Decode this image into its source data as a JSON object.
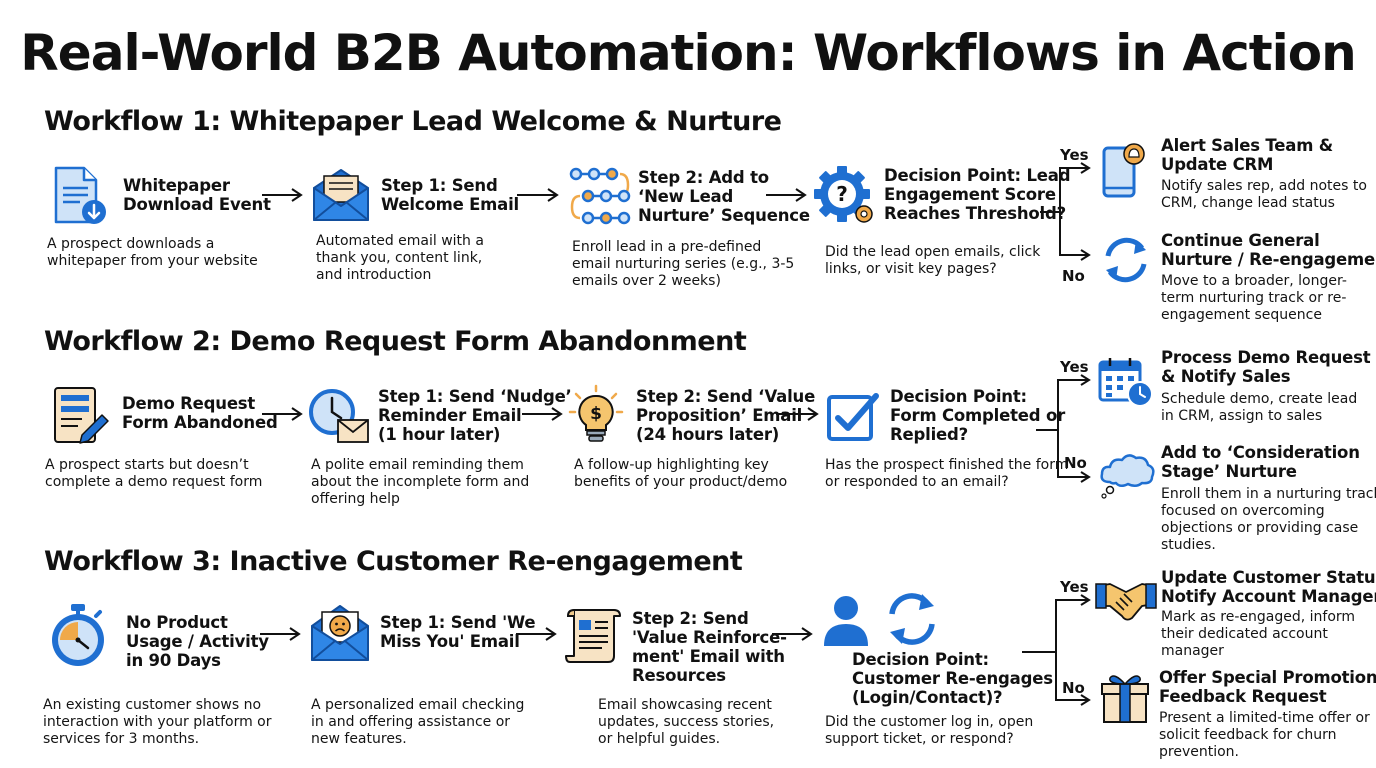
{
  "title": "Real-World B2B Automation: Workflows in Action",
  "workflows": [
    {
      "title": "Workflow 1: Whitepaper Lead Welcome & Nurture",
      "steps": [
        {
          "icon": "document-download-icon",
          "title": [
            "Whitepaper",
            "Download Event"
          ],
          "desc": [
            "A prospect downloads a",
            "whitepaper from your website"
          ]
        },
        {
          "icon": "envelope-icon",
          "title": [
            "Step 1: Send",
            "Welcome Email"
          ],
          "desc": [
            "Automated email with a",
            "thank you, content link,",
            "and introduction"
          ]
        },
        {
          "icon": "sequence-nodes-icon",
          "title": [
            "Step 2: Add to",
            "‘New Lead",
            "Nurture’ Sequence"
          ],
          "desc": [
            "Enroll lead in a pre-defined",
            "email nurturing series (e.g., 3-5",
            "emails over 2 weeks)"
          ]
        },
        {
          "icon": "gear-question-icon",
          "title": [
            "Decision Point: Lead",
            "Engagement Score",
            "Reaches Threshold?"
          ],
          "desc": [
            "Did the lead open emails, click",
            "links, or visit key pages?"
          ]
        }
      ],
      "yes_label": "Yes",
      "no_label": "No",
      "yes": {
        "icon": "phone-alert-icon",
        "title": [
          "Alert Sales Team &",
          "Update CRM"
        ],
        "desc": [
          "Notify sales rep, add notes to",
          "CRM, change lead status"
        ]
      },
      "no": {
        "icon": "refresh-cycle-icon",
        "title": [
          "Continue General",
          "Nurture / Re-engagement"
        ],
        "desc": [
          "Move to a broader, longer-",
          "term nurturing track or re-",
          "engagement sequence"
        ]
      }
    },
    {
      "title": "Workflow 2: Demo Request Form Abandonment",
      "steps": [
        {
          "icon": "form-pencil-icon",
          "title": [
            "Demo Request",
            "Form Abandoned"
          ],
          "desc": [
            "A prospect starts but doesn’t",
            "complete a demo request form"
          ]
        },
        {
          "icon": "clock-envelope-icon",
          "title": [
            "Step 1: Send ‘Nudge’",
            "Reminder Email",
            "(1 hour later)"
          ],
          "desc": [
            "A polite email reminding them",
            "about the incomplete form and",
            "offering help"
          ]
        },
        {
          "icon": "lightbulb-dollar-icon",
          "title": [
            "Step 2: Send ‘Value",
            "Proposition’ Email",
            "(24 hours later)"
          ],
          "desc": [
            "A follow-up highlighting key",
            "benefits of your product/demo"
          ]
        },
        {
          "icon": "checkbox-icon",
          "title": [
            "Decision Point:",
            "Form Completed or",
            "Replied?"
          ],
          "desc": [
            "Has the prospect finished the form",
            "or responded to an email?"
          ]
        }
      ],
      "yes_label": "Yes",
      "no_label": "No",
      "yes": {
        "icon": "calendar-clock-icon",
        "title": [
          "Process Demo Request",
          "& Notify Sales"
        ],
        "desc": [
          "Schedule demo, create lead",
          "in CRM, assign to sales"
        ]
      },
      "no": {
        "icon": "thought-cloud-icon",
        "title": [
          "Add to ‘Consideration",
          "Stage’ Nurture"
        ],
        "desc": [
          "Enroll them in a nurturing track",
          "focused on overcoming",
          "objections or providing case",
          "studies."
        ]
      }
    },
    {
      "title": "Workflow 3: Inactive Customer Re-engagement",
      "steps": [
        {
          "icon": "stopwatch-icon",
          "title": [
            "No Product",
            "Usage / Activity",
            "in 90 Days"
          ],
          "desc": [
            "An existing customer shows no",
            "interaction with your platform or",
            "services for 3 months."
          ]
        },
        {
          "icon": "sad-envelope-icon",
          "title": [
            "Step 1: Send 'We",
            "Miss You' Email"
          ],
          "desc": [
            "A personalized email checking",
            "in and offering assistance or",
            "new features."
          ]
        },
        {
          "icon": "scroll-document-icon",
          "title": [
            "Step 2: Send",
            "'Value Reinforce-",
            "ment' Email with",
            "Resources"
          ],
          "desc": [
            "Email showcasing recent",
            "updates, success stories,",
            "or helpful guides."
          ]
        },
        {
          "icon": "user-refresh-icon",
          "title": [
            "Decision Point:",
            "Customer Re-engages",
            "(Login/Contact)?"
          ],
          "desc": [
            "Did the customer log in, open",
            "support ticket, or respond?"
          ]
        }
      ],
      "yes_label": "Yes",
      "no_label": "No",
      "yes": {
        "icon": "handshake-icon",
        "title": [
          "Update Customer Status &",
          "Notify Account Manager"
        ],
        "desc": [
          "Mark as re-engaged, inform",
          "their dedicated account",
          "manager"
        ]
      },
      "no": {
        "icon": "gift-icon",
        "title": [
          "Offer Special Promotion /",
          "Feedback Request"
        ],
        "desc": [
          "Present a limited-time offer or",
          "solicit feedback for churn",
          "prevention."
        ]
      }
    }
  ],
  "colors": {
    "primary": "#1f6fd1",
    "light_blue": "#cfe3f8",
    "orange": "#f0a94a",
    "cream": "#f7e3c4",
    "ink": "#111111"
  }
}
